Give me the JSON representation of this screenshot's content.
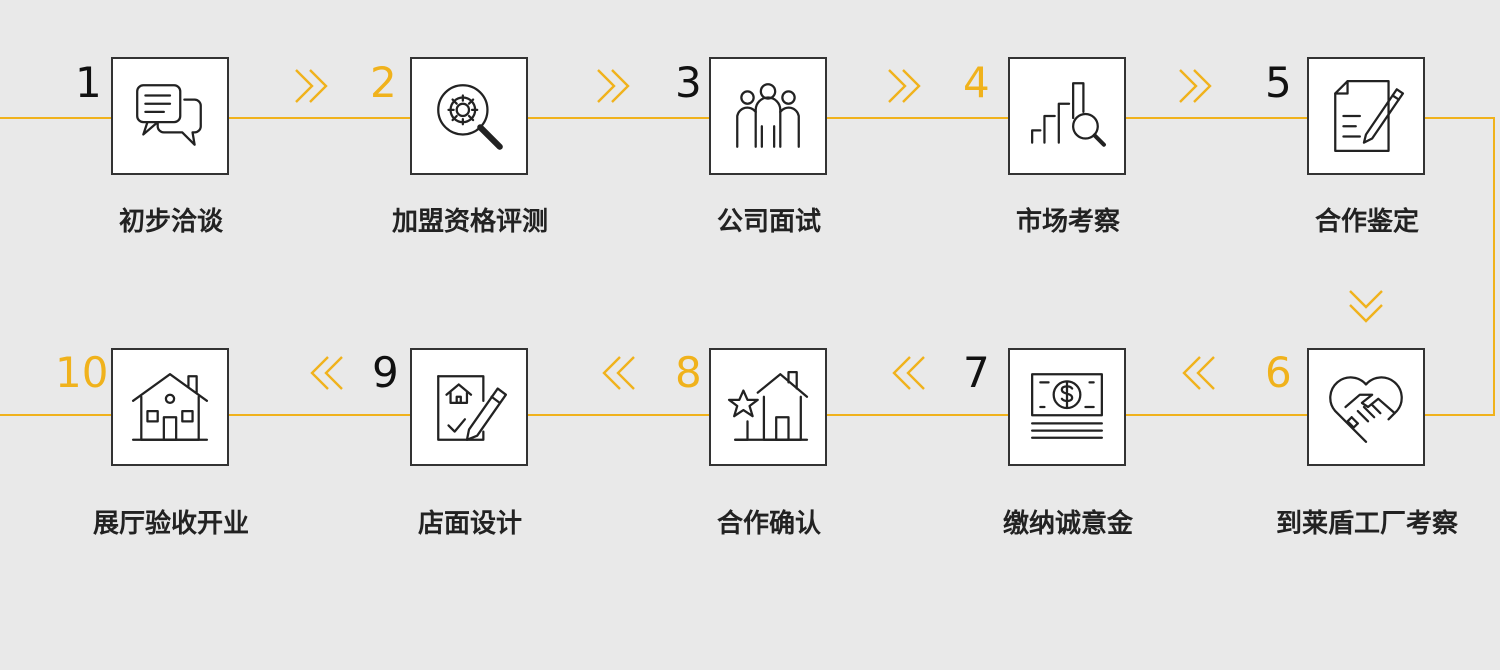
{
  "colors": {
    "accent": "#f0b21c",
    "dark": "#111111",
    "background": "#e9e9e9"
  },
  "steps": [
    {
      "number": "1",
      "label": "初步洽谈",
      "icon": "chat-bubbles-icon",
      "number_color": "#111111"
    },
    {
      "number": "2",
      "label": "加盟资格评测",
      "icon": "gear-magnifier-icon",
      "number_color": "#f0b21c"
    },
    {
      "number": "3",
      "label": "公司面试",
      "icon": "team-icon",
      "number_color": "#111111"
    },
    {
      "number": "4",
      "label": "市场考察",
      "icon": "chart-magnifier-icon",
      "number_color": "#f0b21c"
    },
    {
      "number": "5",
      "label": "合作鉴定",
      "icon": "document-pen-icon",
      "number_color": "#111111"
    },
    {
      "number": "6",
      "label": "到莱盾工厂考察",
      "icon": "handshake-heart-icon",
      "number_color": "#f0b21c"
    },
    {
      "number": "7",
      "label": "缴纳诚意金",
      "icon": "money-stack-icon",
      "number_color": "#111111"
    },
    {
      "number": "8",
      "label": "合作确认",
      "icon": "house-star-icon",
      "number_color": "#f0b21c"
    },
    {
      "number": "9",
      "label": "店面设计",
      "icon": "house-plan-pencil-icon",
      "number_color": "#111111"
    },
    {
      "number": "10",
      "label": "展厅验收开业",
      "icon": "house-icon",
      "number_color": "#f0b21c"
    }
  ]
}
